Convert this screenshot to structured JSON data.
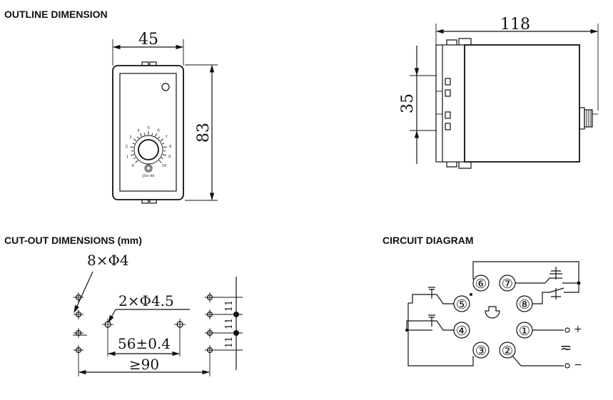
{
  "headings": {
    "outline": "OUTLINE DIMENSION",
    "cutout": "CUT-OUT DIMENSIONS (mm)",
    "circuit": "CIRCUIT DIAGRAM"
  },
  "outline_front": {
    "width": "45",
    "height": "83",
    "dial_ticks": [
      "0",
      "1",
      "2",
      "3",
      "4",
      "5",
      "6",
      "7",
      "8",
      "9",
      "10"
    ],
    "mark": "JSS-48"
  },
  "outline_side": {
    "length": "118",
    "pin_pitch": "35"
  },
  "cutout": {
    "holes_small": "8×Φ4",
    "holes_large": "2×Φ4.5",
    "center_spacing": "56±0.4",
    "min_spacing": "≥90",
    "pitch_labels": [
      "11",
      "11",
      "11"
    ]
  },
  "circuit": {
    "pins": [
      "①",
      "②",
      "③",
      "④",
      "⑤",
      "⑥",
      "⑦",
      "⑧"
    ],
    "plus": "+",
    "minus": "−",
    "supply": "≂"
  }
}
